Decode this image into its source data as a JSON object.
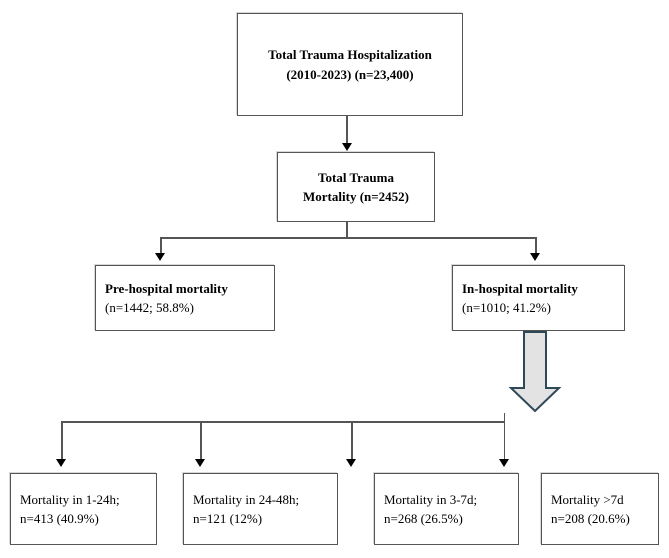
{
  "diagram": {
    "title": "Trauma hospitalization and mortality flow diagram",
    "colors": {
      "box_border": "#555555",
      "box_fill": "#ffffff",
      "connector": "#555555",
      "arrowhead": "#000000",
      "block_arrow_fill": "#e3e3e3",
      "block_arrow_stroke": "#2f4858"
    },
    "nodes": {
      "total_hospitalization": {
        "line1": "Total Trauma Hospitalization",
        "line2": "(2010-2023) (n=23,400)"
      },
      "total_mortality": {
        "line1": "Total Trauma",
        "line2": "Mortality (n=2452)"
      },
      "prehospital": {
        "line1": "Pre-hospital mortality",
        "line2": "(n=1442; 58.8%)"
      },
      "inhospital": {
        "line1": "In-hospital mortality",
        "line2": "(n=1010; 41.2%)"
      },
      "mortality_1_24h": {
        "line1": "Mortality in 1-24h;",
        "line2": "n=413 (40.9%)"
      },
      "mortality_24_48h": {
        "line1": "Mortality in 24-48h;",
        "line2": "n=121 (12%)"
      },
      "mortality_3_7d": {
        "line1": "Mortality in 3-7d;",
        "line2": "n=268 (26.5%)"
      },
      "mortality_gt_7d": {
        "line1": "Mortality >7d",
        "line2": "n=208 (20.6%)"
      }
    }
  }
}
